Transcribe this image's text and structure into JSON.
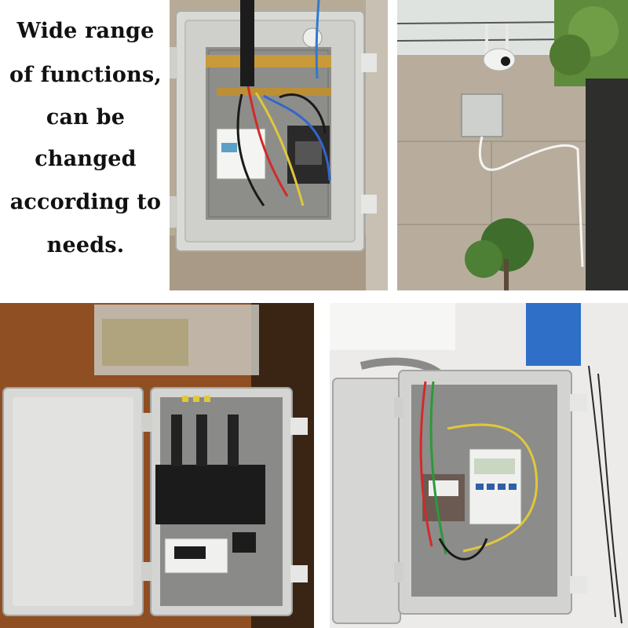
{
  "caption": {
    "lines": [
      "Wide range",
      "of functions,",
      "can be",
      "changed",
      "according to",
      "needs."
    ]
  },
  "photos": {
    "top_middle": {
      "icon": "enclosure-with-breaker-meter-photo"
    },
    "top_right": {
      "icon": "wall-mounted-box-with-camera-photo"
    },
    "bottom_left": {
      "icon": "open-box-with-router-photo"
    },
    "bottom_right": {
      "icon": "open-box-with-timer-contactor-photo"
    }
  },
  "colors": {
    "enclosure_grey": "#d8d9d6",
    "wall_concrete": "#b4aa9c",
    "wood_floor": "#9a5a2a"
  }
}
